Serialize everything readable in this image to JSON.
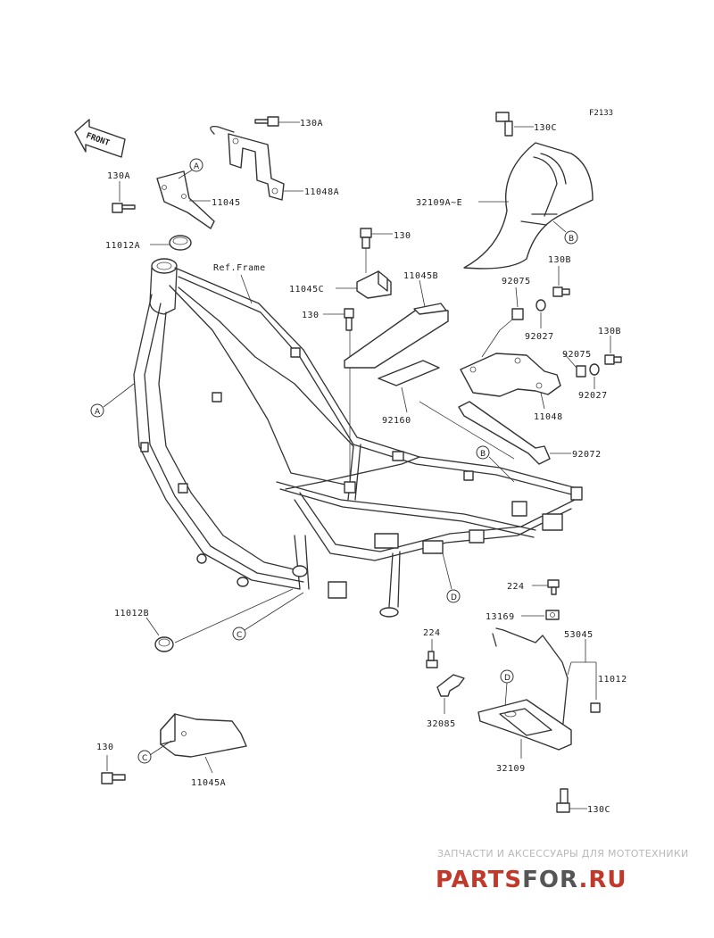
{
  "figure_code": "F2133",
  "front_label": "FRONT",
  "ref_frame": "Ref.Frame",
  "labels": {
    "p130A_top": "130A",
    "p130A_left": "130A",
    "p11045": "11045",
    "p11048A": "11048A",
    "p11012A": "11012A",
    "p130_upper": "130",
    "p11045C": "11045C",
    "p11045B": "11045B",
    "p130_mid": "130",
    "p130C_top": "130C",
    "p32109AE": "32109A~E",
    "p130B_upper": "130B",
    "p92075_a": "92075",
    "p92027_a": "92027",
    "p130B_lower": "130B",
    "p92075_b": "92075",
    "p92027_b": "92027",
    "p11048": "11048",
    "p92160": "92160",
    "p92072": "92072",
    "p224_right": "224",
    "p13169": "13169",
    "p53045": "53045",
    "p11012": "11012",
    "p224_left": "224",
    "p32085": "32085",
    "p32109": "32109",
    "p11012B": "11012B",
    "p130_low": "130",
    "p11045A": "11045A",
    "p130C_bottom": "130C"
  },
  "callouts": {
    "A": "A",
    "B": "B",
    "C": "C",
    "D": "D"
  },
  "watermark": {
    "caption": "ЗАПЧАСТИ И АКСЕССУАРЫ ДЛЯ МОТОТЕХНИКИ",
    "logo_left": "PARTS",
    "logo_mid": "FOR",
    "logo_right": ".RU",
    "logo_color": "#c0392b",
    "logo_dark": "#555555"
  }
}
